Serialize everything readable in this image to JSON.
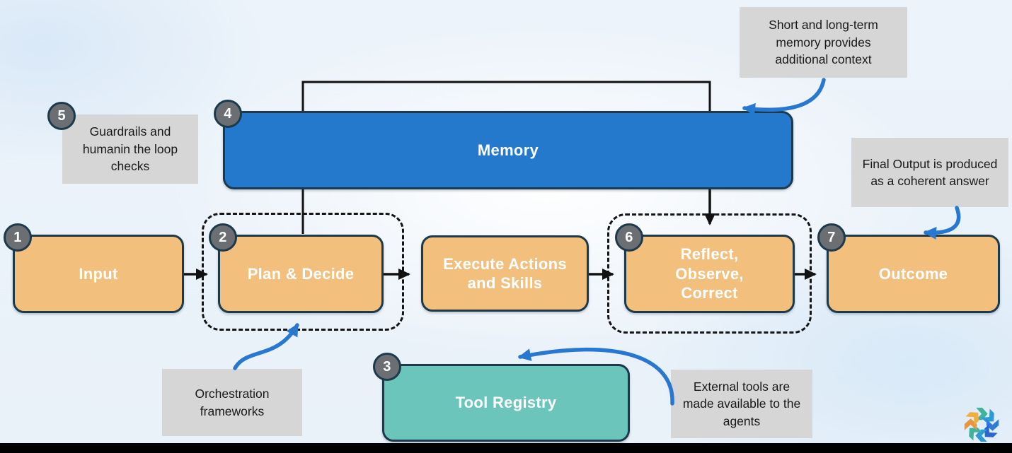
{
  "title": "Agent workflow diagram",
  "colors": {
    "box_orange": "#F3BF7D",
    "box_blue": "#2579CC",
    "box_teal": "#6CC5BA",
    "border_dark": "#1D3A4D",
    "badge_gray": "#6B6F73",
    "note_gray": "#D6D6D6",
    "arrow_blue": "#2878D2",
    "arrow_black": "#111111",
    "background": "#ECF3FA",
    "bottom_bar": "#000000"
  },
  "nodes": {
    "input": {
      "badge": "1",
      "label": "Input"
    },
    "plan": {
      "badge": "2",
      "label": "Plan & Decide"
    },
    "tool_registry": {
      "badge": "3",
      "label": "Tool Registry"
    },
    "memory": {
      "badge": "4",
      "label": "Memory"
    },
    "guardrails": {
      "badge": "5"
    },
    "execute": {
      "label": "Execute Actions and Skills"
    },
    "reflect": {
      "badge": "6",
      "label": "Reflect, Observe, Correct"
    },
    "outcome": {
      "badge": "7",
      "label": "Outcome"
    }
  },
  "annotations": {
    "memory_note": {
      "text": "Short and long-term memory provides additional context"
    },
    "guardrails_note": {
      "text": "Guardrails and humanin the loop checks"
    },
    "final_output_note": {
      "text": "Final Output is produced as a coherent answer"
    },
    "orchestration_note": {
      "text": "Orchestration frameworks"
    },
    "external_tools_note": {
      "text": "External tools are made available to the agents"
    }
  },
  "logo": {
    "name": "circular-arrows-logo",
    "colors": [
      "#3FB39B",
      "#2E9BD6",
      "#2E7CD6",
      "#2B66CC",
      "#2E9BD6",
      "#3FB39B",
      "#E8963F",
      "#F0AE3C"
    ]
  }
}
